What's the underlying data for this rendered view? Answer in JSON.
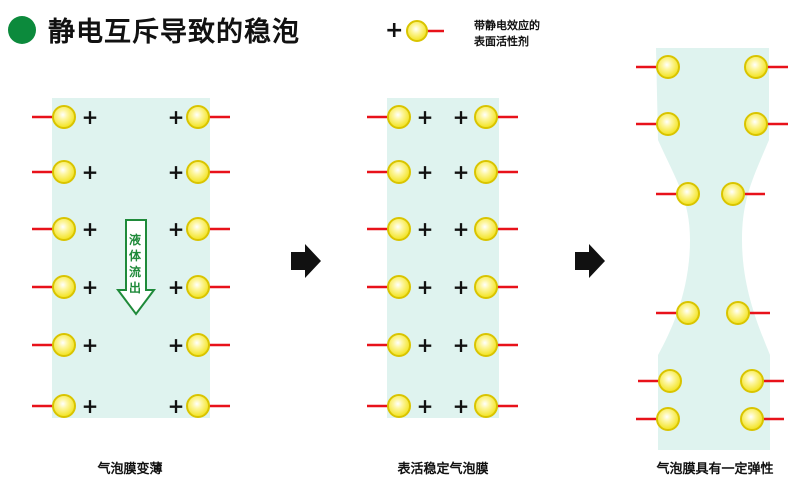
{
  "title": "静电互斥导致的稳泡",
  "legend": {
    "plus": "+",
    "line1": "带静电效应的",
    "line2": "表面活性剂"
  },
  "flow_label": [
    "液",
    "体",
    "流",
    "出"
  ],
  "panels": [
    {
      "caption": "气泡膜变薄"
    },
    {
      "caption": "表活稳定气泡膜"
    },
    {
      "caption": "气泡膜具有一定弹性"
    }
  ],
  "plus_sign": "+",
  "colors": {
    "title_dot": "#0c8a3c",
    "film": "#dff3ef",
    "ball_fill": "#f6ec2a",
    "ball_stroke": "#c8b000",
    "tail": "#e8121a",
    "arrow_green": "#1f8a3a"
  }
}
